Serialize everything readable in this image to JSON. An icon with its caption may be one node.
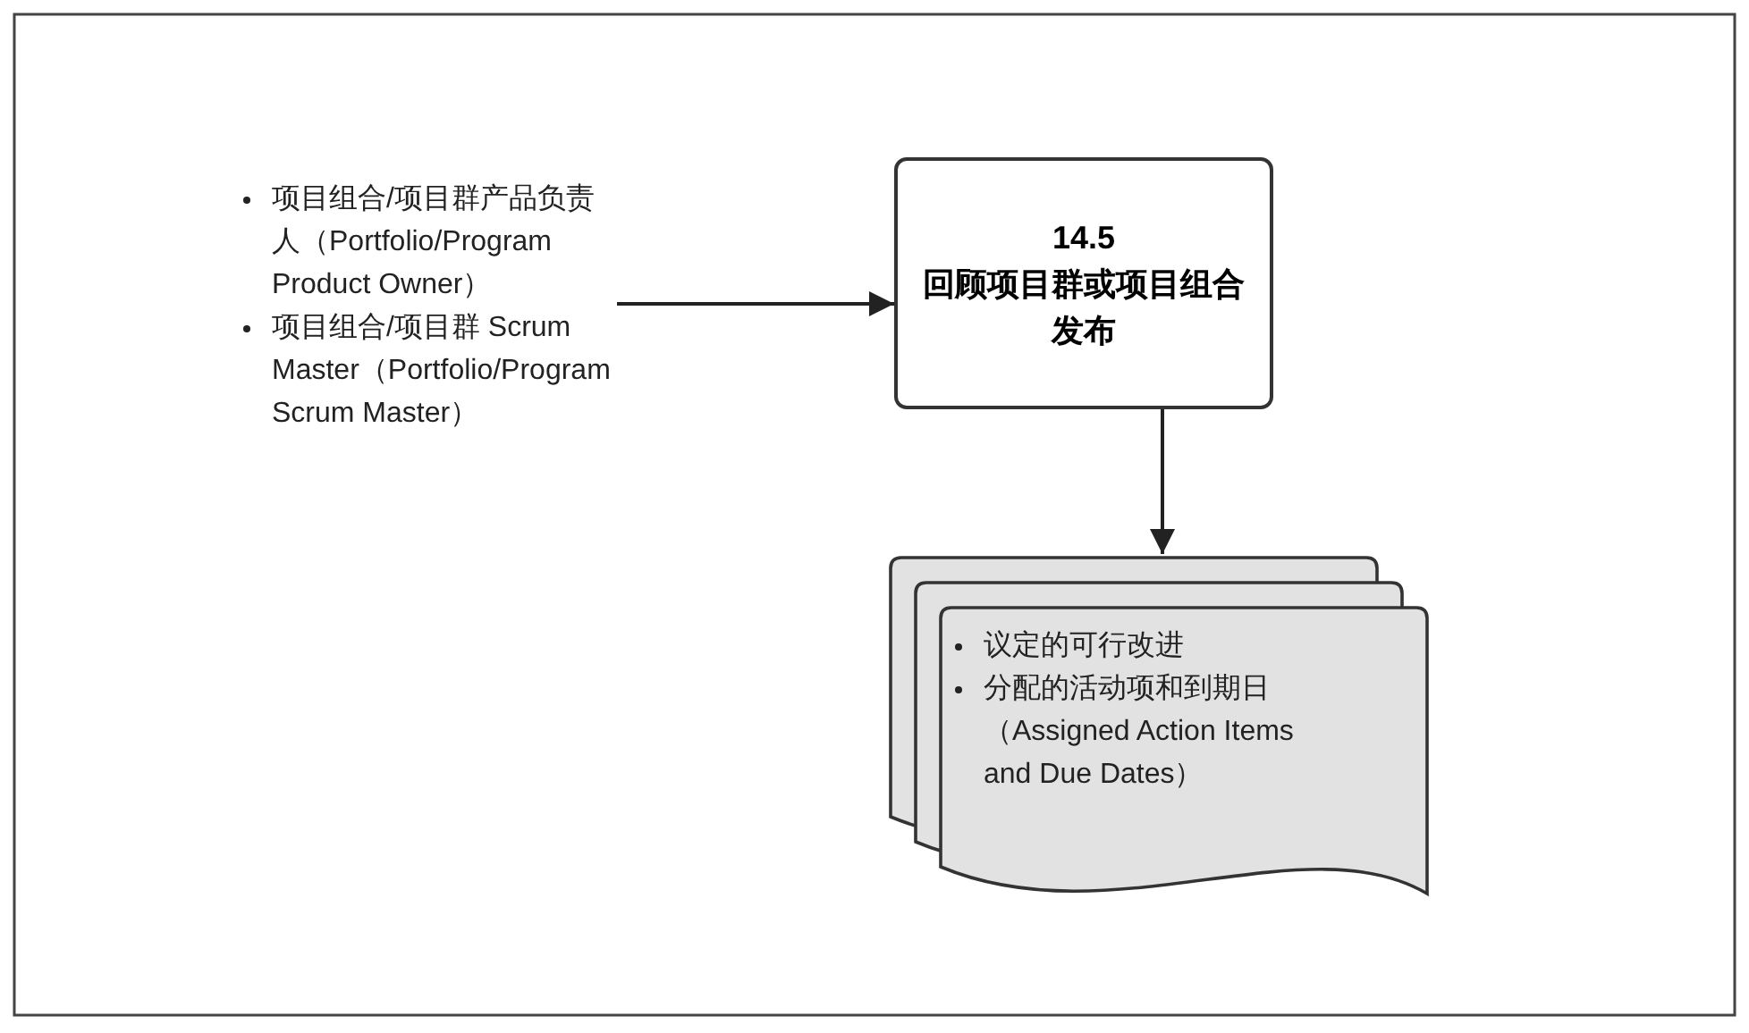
{
  "diagram": {
    "nodes": [
      {
        "text": [
          "项目组合/项目群产品负责人（Portfolio/Program Product Owner）",
          "项目组合/项目群 Scrum Master（Portfolio/Program Scrum Master）"
        ]
      },
      {
        "text": [
          "14.5",
          "回顾项目群或项目组合发布"
        ]
      },
      {
        "text": [
          "议定的可行改进",
          "分配的活动项和到期日（Assigned Action Items and Due Dates）"
        ]
      }
    ],
    "edges": [
      {
        "from": 0,
        "to": 1,
        "arrow": "to"
      },
      {
        "from": 1,
        "to": 2,
        "arrow": "to"
      }
    ]
  }
}
